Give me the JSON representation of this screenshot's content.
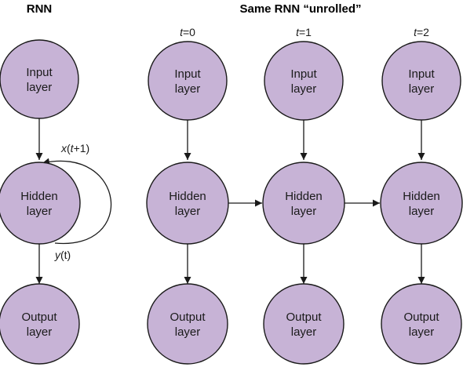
{
  "headings": {
    "left": "RNN",
    "right": "Same RNN “unrolled”"
  },
  "time_labels": [
    {
      "var": "t",
      "rest": "=0"
    },
    {
      "var": "t",
      "rest": "=1"
    },
    {
      "var": "t",
      "rest": "=2"
    }
  ],
  "nodes": {
    "input": [
      "Input",
      "layer"
    ],
    "hidden": [
      "Hidden",
      "layer"
    ],
    "output": [
      "Output",
      "layer"
    ]
  },
  "loop_labels": {
    "input": {
      "var": "x",
      "open": "(",
      "t": "t",
      "rest": "+1)"
    },
    "output": {
      "var": "y",
      "rest": "(t)"
    }
  },
  "colors": {
    "node_fill": "#c7b3d6",
    "stroke": "#1a1a1a"
  }
}
